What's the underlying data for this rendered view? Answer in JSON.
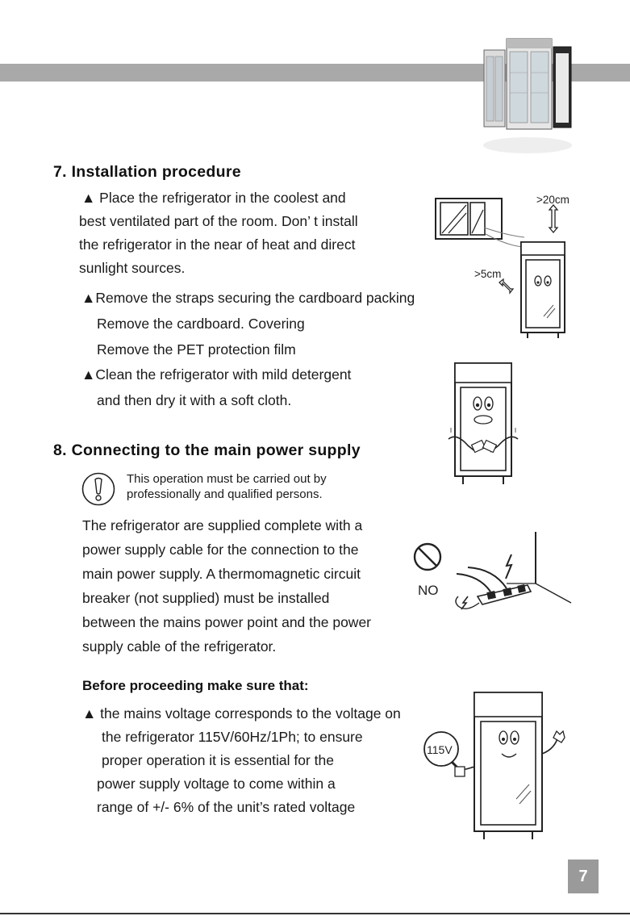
{
  "section7": {
    "title": "7. Installation procedure",
    "lines": [
      "▲ Place the refrigerator in the coolest and",
      "best ventilated part of the room. Don’  t install",
      "the refrigerator in the near of heat and direct",
      "sunlight sources.",
      "▲Remove the straps securing the cardboard packing",
      "Remove the cardboard. Covering",
      "Remove the PET protection film",
      "▲Clean the refrigerator with mild detergent",
      "and then dry it with a soft  cloth."
    ],
    "diagram_labels": {
      "top_clearance": ">20cm",
      "side_clearance": ">5cm"
    }
  },
  "section8": {
    "title": "8. Connecting to the main power supply",
    "warning_lines": [
      "This operation must be carried out by",
      "professionally and qualified persons."
    ],
    "lines": [
      "The refrigerator are supplied complete with a",
      "power supply cable for the connection to the",
      "main power supply. A thermomagnetic circuit",
      "breaker (not supplied) must be installed",
      "between the mains power point and the power",
      "supply cable of the refrigerator."
    ],
    "no_label": "NO"
  },
  "before": {
    "title": "Before proceeding make sure that:",
    "lines": [
      "▲ the mains voltage corresponds to the voltage on",
      "the refrigerator 115V/60Hz/1Ph; to ensure",
      "proper operation it is essential for the",
      "power supply voltage to come within a",
      "range of +/- 6% of the unit’s rated voltage"
    ],
    "voltage_label": "115V"
  },
  "page_number": "7",
  "colors": {
    "header_bar": "#a9a9a9",
    "page_badge": "#9a9a9a",
    "text": "#1a1a1a"
  }
}
